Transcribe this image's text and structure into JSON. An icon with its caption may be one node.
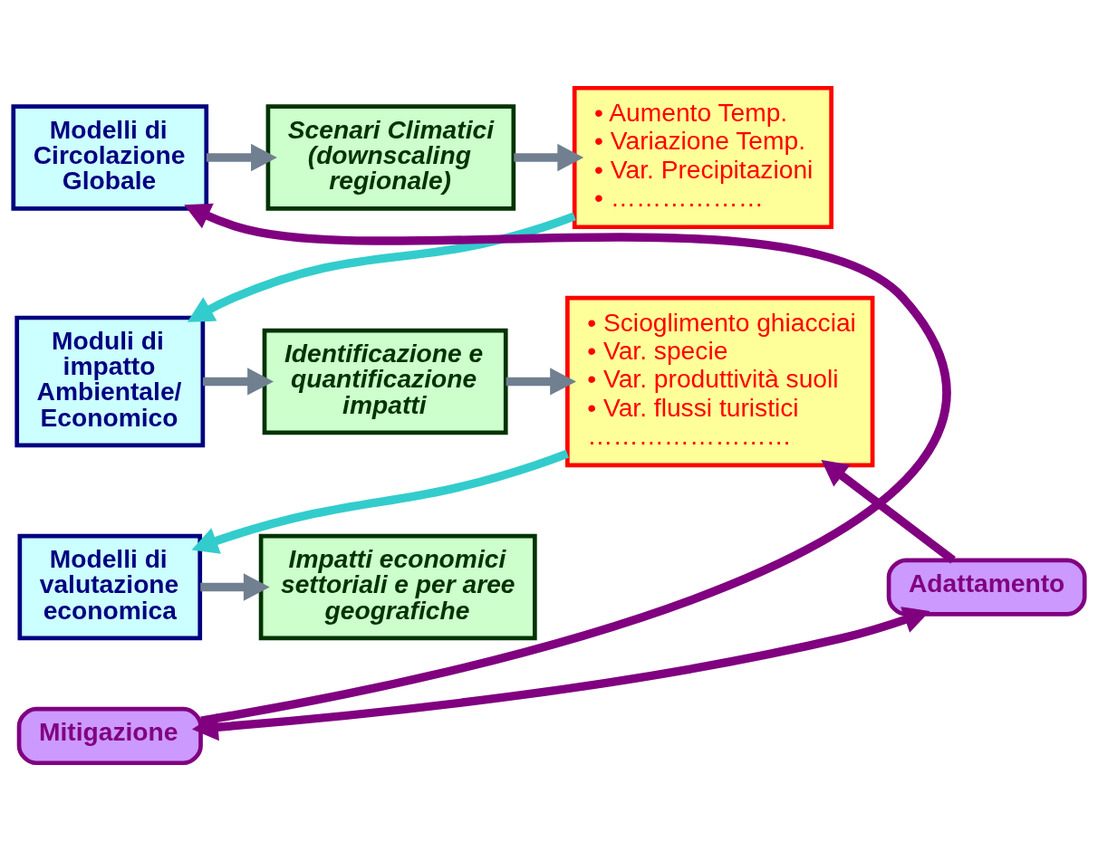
{
  "diagram": {
    "nodes": [
      {
        "text": [
          "Modelli di Circolazione Globale"
        ]
      },
      {
        "text": [
          "Scenari Climatici (downscaling regionale)"
        ]
      },
      {
        "text": [
          "• Aumento Temp.",
          "• Variazione Temp.",
          "• Var. Precipitazioni",
          "• ………………"
        ]
      },
      {
        "text": [
          "Moduli di impatto Ambientale/ Economico"
        ]
      },
      {
        "text": [
          "Identificazione e quantificazione impatti"
        ]
      },
      {
        "text": [
          "• Scioglimento ghiacciai",
          "• Var. specie",
          "• Var. produttività suoli",
          "• Var. flussi turistici",
          "……………………"
        ]
      },
      {
        "text": [
          "Modelli di valutazione economica"
        ]
      },
      {
        "text": [
          "Impatti economici settoriali e per aree geografiche"
        ]
      },
      {
        "text": [
          "Adattamento"
        ]
      },
      {
        "text": [
          "Mitigazione"
        ]
      }
    ],
    "edges": [
      {
        "from": 0,
        "to": 1,
        "arrow": "to"
      },
      {
        "from": 1,
        "to": 2,
        "arrow": "to"
      },
      {
        "from": 2,
        "to": 3,
        "arrow": "to",
        "color": "#33cccc"
      },
      {
        "from": 3,
        "to": 4,
        "arrow": "to"
      },
      {
        "from": 4,
        "to": 5,
        "arrow": "to"
      },
      {
        "from": 5,
        "to": 6,
        "arrow": "to",
        "color": "#33cccc"
      },
      {
        "from": 6,
        "to": 7,
        "arrow": "to"
      },
      {
        "from": 8,
        "to": 5,
        "arrow": "to",
        "color": "#800080"
      },
      {
        "from": 9,
        "to": 8,
        "arrow": "both",
        "color": "#800080"
      },
      {
        "from": 9,
        "to": 0,
        "arrow": "to",
        "color": "#800080"
      }
    ]
  }
}
